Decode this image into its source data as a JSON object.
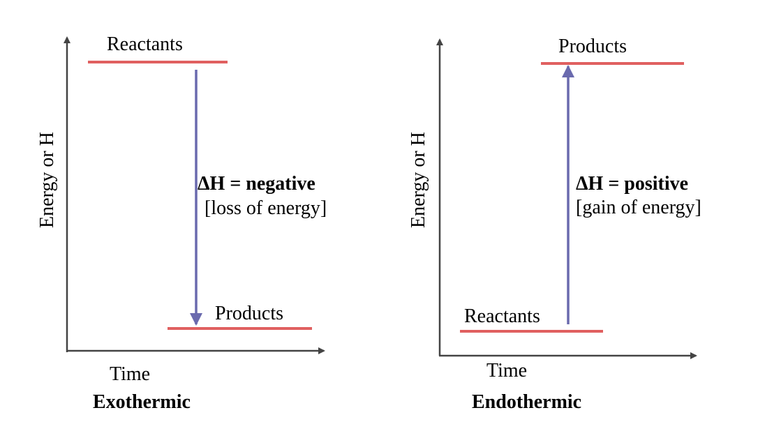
{
  "colors": {
    "level": "#e06060",
    "arrow": "#6a6aae",
    "axis": "#444444"
  },
  "exothermic": {
    "top_level_label": "Reactants",
    "bottom_level_label": "Products",
    "delta_h": "ΔH = negative",
    "note": "[loss of energy]",
    "y_axis_label": "Energy or H",
    "x_axis_label": "Time",
    "title": "Exothermic"
  },
  "endothermic": {
    "top_level_label": "Products",
    "bottom_level_label": "Reactants",
    "delta_h": "ΔH = positive",
    "note": "[gain of energy]",
    "y_axis_label": "Energy or H",
    "x_axis_label": "Time",
    "title": "Endothermic"
  }
}
